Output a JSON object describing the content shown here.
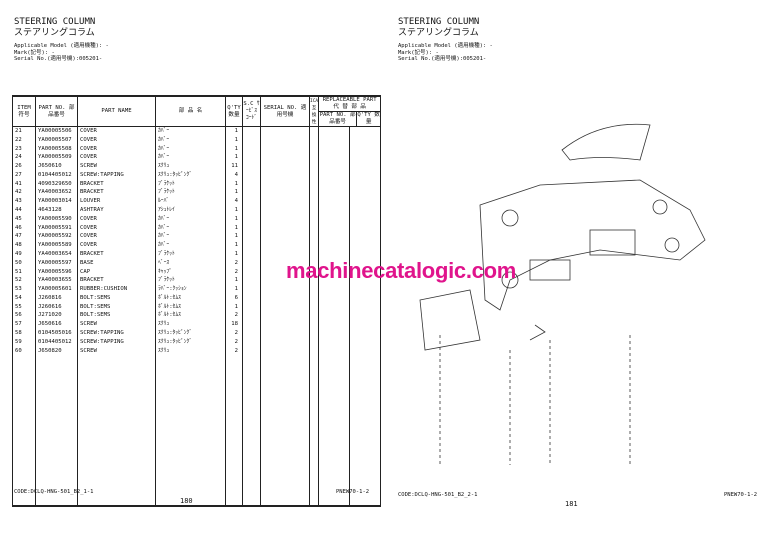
{
  "left": {
    "title_en": "STEERING COLUMN",
    "title_jp": "ステアリングコラム",
    "applicable_model": "Applicable Model (適用機種): -",
    "mark": "Mark(記号): -",
    "serial": "Serial No.(適用号機):005201-",
    "code": "CODE:DCLQ-HNG-501_B2_1-1",
    "pnew": "PNEW70-1-2",
    "page": "180"
  },
  "right": {
    "title_en": "STEERING COLUMN",
    "title_jp": "ステアリングコラム",
    "applicable_model": "Applicable Model (適用機種): -",
    "mark": "Mark(記号): -",
    "serial": "Serial No.(適用号機):005201-",
    "code": "CODE:DCLQ-HNG-501_B2_2-1",
    "pnew": "PNEW70-1-2",
    "page": "181"
  },
  "headers": {
    "item": "ITEM 符号",
    "part_no": "PART NO. 部品番号",
    "part_name": "PART NAME",
    "jp_name": "部 品 名",
    "qty": "Q'TY 数量",
    "sc": "S.C ｻｰﾋﾞｽ ｺｰﾄﾞ",
    "serial": "SERIAL NO. 適用号機",
    "ica": "ICA 互 換 性",
    "replaceable": "REPLACEABLE PART 代 替 部 品",
    "rep_part_no": "PART NO. 部品番号",
    "rep_qty": "Q'TY 数量"
  },
  "rows": [
    [
      "21",
      "YA00005506",
      "COVER",
      "ｶﾊﾞｰ",
      "1"
    ],
    [
      "22",
      "YA00005507",
      "COVER",
      "ｶﾊﾞｰ",
      "1"
    ],
    [
      "23",
      "YA00005508",
      "COVER",
      "ｶﾊﾞｰ",
      "1"
    ],
    [
      "24",
      "YA00005509",
      "COVER",
      "ｶﾊﾞｰ",
      "1"
    ],
    [
      "26",
      "J650610",
      "SCREW",
      "ｽｸﾘｭ",
      "11"
    ],
    [
      "27",
      "0104405012",
      "SCREW:TAPPING",
      "ｽｸﾘｭ:ﾀｯﾋﾟﾝｸﾞ",
      "4"
    ],
    [
      "41",
      "4090329650",
      "BRACKET",
      "ﾌﾞﾗｹｯﾄ",
      "1"
    ],
    [
      "42",
      "YA40003652",
      "BRACKET",
      "ﾌﾞﾗｹｯﾄ",
      "1"
    ],
    [
      "43",
      "YA00003014",
      "LOUVER",
      "ﾙｰﾊﾞ",
      "4"
    ],
    [
      "44",
      "4643128",
      "ASHTRAY",
      "ｱｼｭﾄﾚｲ",
      "1"
    ],
    [
      "45",
      "YA00005590",
      "COVER",
      "ｶﾊﾞｰ",
      "1"
    ],
    [
      "46",
      "YA00005591",
      "COVER",
      "ｶﾊﾞｰ",
      "1"
    ],
    [
      "47",
      "YA00005592",
      "COVER",
      "ｶﾊﾞｰ",
      "1"
    ],
    [
      "48",
      "YA00005589",
      "COVER",
      "ｶﾊﾞｰ",
      "1"
    ],
    [
      "49",
      "YA40003654",
      "BRACKET",
      "ﾌﾞﾗｹｯﾄ",
      "1"
    ],
    [
      "50",
      "YA00005597",
      "BASE",
      "ﾍﾞｰｽ",
      "2"
    ],
    [
      "51",
      "YA00005596",
      "CAP",
      "ｷｬｯﾌﾟ",
      "2"
    ],
    [
      "52",
      "YA40003655",
      "BRACKET",
      "ﾌﾞﾗｹｯﾄ",
      "1"
    ],
    [
      "53",
      "YA00005601",
      "RUBBER:CUSHION",
      "ﾗﾊﾞｰ:ｸｯｼｮﾝ",
      "1"
    ],
    [
      "54",
      "J260816",
      "BOLT:SEMS",
      "ﾎﾞﾙﾄ:ｾﾑｽ",
      "6"
    ],
    [
      "55",
      "J260616",
      "BOLT:SEMS",
      "ﾎﾞﾙﾄ:ｾﾑｽ",
      "1"
    ],
    [
      "56",
      "J271020",
      "BOLT:SEMS",
      "ﾎﾞﾙﾄ:ｾﾑｽ",
      "2"
    ],
    [
      "57",
      "J650616",
      "SCREW",
      "ｽｸﾘｭ",
      "18"
    ],
    [
      "58",
      "0104505016",
      "SCREW:TAPPING",
      "ｽｸﾘｭ:ﾀｯﾋﾟﾝｸﾞ",
      "2"
    ],
    [
      "59",
      "0104405012",
      "SCREW:TAPPING",
      "ｽｸﾘｭ:ﾀｯﾋﾟﾝｸﾞ",
      "2"
    ],
    [
      "60",
      "J650820",
      "SCREW",
      "ｽｸﾘｭ",
      "2"
    ]
  ],
  "watermark": "machinecatalogic.com"
}
